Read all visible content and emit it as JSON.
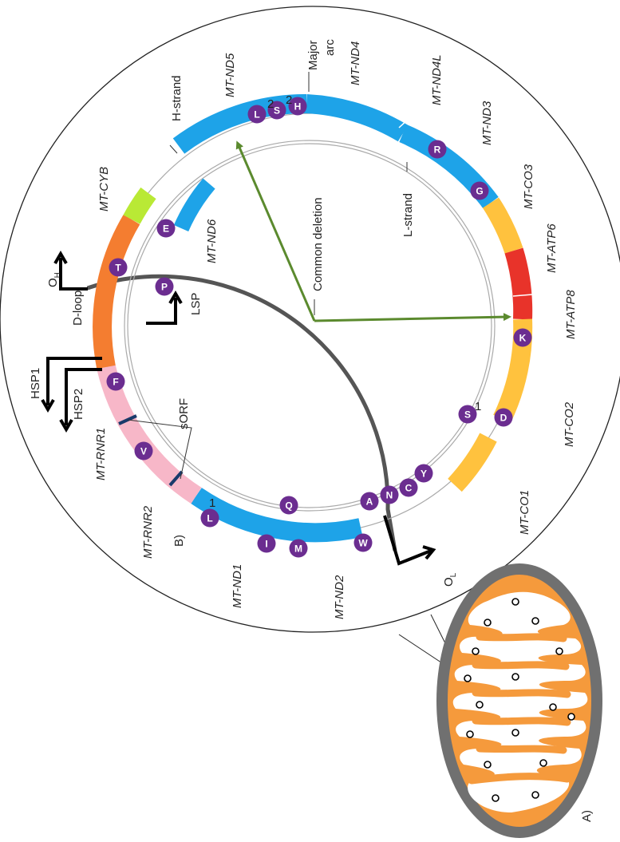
{
  "panel_labels": {
    "a": "A)",
    "b": "B)"
  },
  "genes": {
    "nd5": "MT-ND5",
    "nd4": "MT-ND4",
    "nd4l": "MT-ND4L",
    "nd3": "MT-ND3",
    "co3": "MT-CO3",
    "atp6": "MT-ATP6",
    "atp8": "MT-ATP8",
    "co2": "MT-CO2",
    "co1": "MT-CO1",
    "nd2": "MT-ND2",
    "nd1": "MT-ND1",
    "rnr2": "MT-RNR2",
    "rnr1": "MT-RNR1",
    "cyb": "MT-CYB",
    "nd6": "MT-ND6"
  },
  "labels": {
    "major": "Major",
    "arc": "arc",
    "h_strand": "H-strand",
    "l_strand": "L-strand",
    "common_deletion": "Common deletion",
    "d_loop": "D-loop",
    "lsp": "LSP",
    "hsp1": "HSP1",
    "hsp2": "HSP2",
    "sorf": "sORF",
    "oh_main": "O",
    "oh_sub": "H",
    "ol_main": "O",
    "ol_sub": "L"
  },
  "trna": {
    "h": "H",
    "s2": "S",
    "s2_n": "2",
    "l2": "L",
    "l2_n": "2",
    "r": "R",
    "g": "G",
    "k": "K",
    "d": "D",
    "s1": "S",
    "s1_n": "1",
    "y": "Y",
    "c": "C",
    "n": "N",
    "a": "A",
    "w": "W",
    "m": "M",
    "q": "Q",
    "i": "I",
    "l1": "L",
    "l1_n": "1",
    "v": "V",
    "f": "F",
    "t": "T",
    "p": "P",
    "e": "E"
  },
  "colors": {
    "nd_blue": "#1ea3e8",
    "co_yellow": "#ffc23e",
    "atp_red": "#e8332a",
    "rrna_pink": "#f7b7c8",
    "dloop_orange": "#f47d30",
    "cyb_green": "#b9e935",
    "trna_purple": "#6b2d90",
    "arrow_green": "#5b8a2e",
    "outline_gray": "#555555",
    "mito_gray": "#707070",
    "mito_orange": "#f59a3c"
  }
}
